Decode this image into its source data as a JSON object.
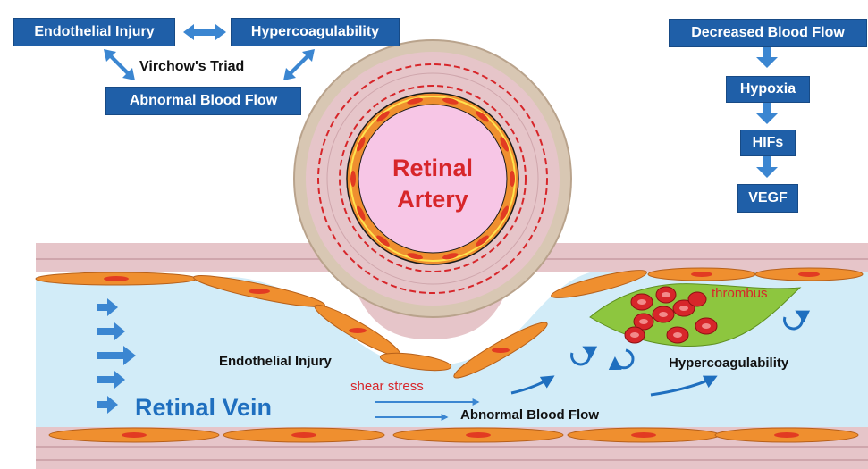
{
  "colors": {
    "box_fill": "#1f5fa8",
    "arrow_blue": "#3b86d1",
    "vein_lumen": "#d2ecf8",
    "wall_pink": "#e6c5c9",
    "cell_orange": "#ef8f2f",
    "cell_nucleus": "#e23b22",
    "artery_lumen": "#f7c6e6",
    "thrombus_green": "#8dc63f",
    "rbc_red": "#d7262a",
    "red_text": "#d7262a",
    "title_blue": "#1f6fbf"
  },
  "triad": {
    "box_endothelial": "Endothelial Injury",
    "box_hypercoag": "Hypercoagulability",
    "box_abnormal_flow": "Abnormal Blood Flow",
    "caption": "Virchow's Triad"
  },
  "cascade": {
    "steps": [
      "Decreased Blood Flow",
      "Hypoxia",
      "HIFs",
      "VEGF"
    ]
  },
  "artery": {
    "label_line1": "Retinal",
    "label_line2": "Artery"
  },
  "vein": {
    "label": "Retinal Vein",
    "endothelial_injury": "Endothelial Injury",
    "shear_stress": "shear stress",
    "abnormal_flow": "Abnormal Blood Flow",
    "hypercoag": "Hypercoagulability",
    "thrombus": "thrombus"
  }
}
